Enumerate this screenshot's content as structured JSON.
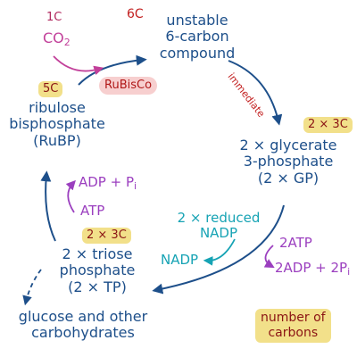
{
  "colors": {
    "cycle_arrow": "#1d4f8a",
    "ribulose_input_arrow": "#1d4f8a",
    "nadp_arrow": "#16a3b4",
    "atp_arrow": "#9b3fbf",
    "co2_arrow": "#c2409a",
    "badge_fill": "#f2e08a",
    "rubisco_fill": "#f7cfcf"
  },
  "co2": {
    "carbon_count": "1C",
    "label_main": "CO",
    "label_sub": "2"
  },
  "six_carbon": {
    "carbon_count": "6C",
    "line1": "unstable",
    "line2": "6-carbon",
    "line3": "compound"
  },
  "enzyme": {
    "label": "RuBisCo"
  },
  "immediate": {
    "label": "immediate"
  },
  "rubp": {
    "carbon_count": "5C",
    "line1": "ribulose",
    "line2": "bisphosphate",
    "line3": "(RuBP)"
  },
  "gp": {
    "carbon_count": "2 × 3C",
    "line1": "2 × glycerate",
    "line2": "3-phosphate",
    "line3": "(2 × GP)"
  },
  "adp_pi": {
    "label_main": "ADP + P",
    "label_sub": "i"
  },
  "atp_in": {
    "label": "ATP"
  },
  "reduced_nadp": {
    "line1": "2 × reduced",
    "line2": "NADP"
  },
  "nadp_out": {
    "label": "NADP"
  },
  "two_atp": {
    "label": "2ATP"
  },
  "two_adp": {
    "label_main": "2ADP + 2P",
    "label_sub": "i"
  },
  "tp": {
    "carbon_count": "2 × 3C",
    "line1": "2 × triose",
    "line2": "phosphate",
    "line3": "(2 × TP)"
  },
  "glucose": {
    "line1": "glucose and other",
    "line2": "carbohydrates"
  },
  "key": {
    "line1": "number of",
    "line2": "carbons"
  }
}
